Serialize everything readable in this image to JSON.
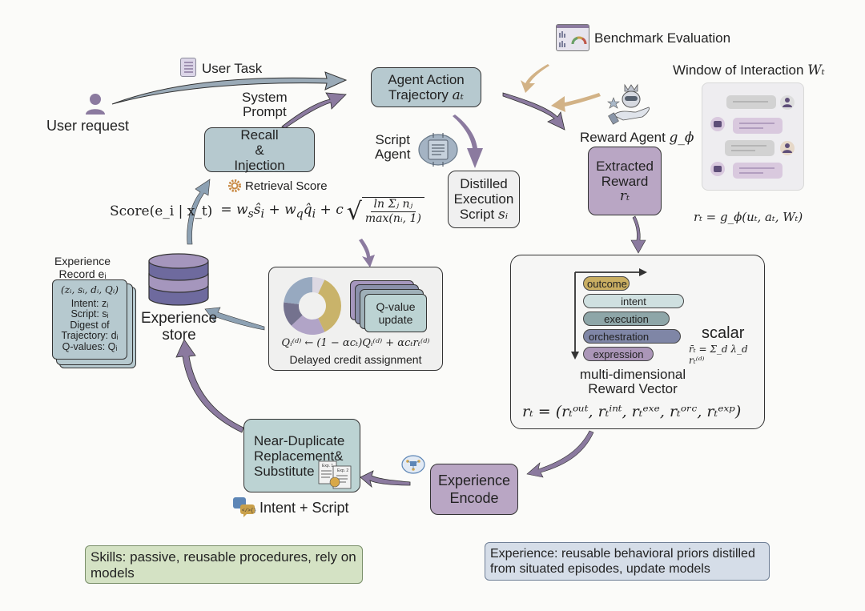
{
  "colors": {
    "blue_box": "#b6c9cf",
    "purple_box": "#b9a6c4",
    "light_box": "#f0f0f0",
    "teal_box": "#bcd3d3",
    "purple_arrow": "#8b7a9f",
    "blue_arrow": "#8da1b3",
    "tan_arrow": "#d2b286",
    "db_dark": "#6e6a9e",
    "db_light": "#a596bd",
    "skills_note": "#d4e2c4",
    "experience_note": "#d5dde8"
  },
  "user": {
    "label": "User request",
    "icon": "user-icon"
  },
  "user_task": {
    "label": "User Task",
    "icon": "task-list-icon"
  },
  "system_prompt": {
    "line1": "System",
    "line2": "Prompt"
  },
  "recall": {
    "line1": "Recall",
    "line2": "&",
    "line3": "Injection"
  },
  "retrieval_score": {
    "label": "Retrieval Score",
    "icon": "gear-icon",
    "formula_lhs": "Score(e_i | x_t)",
    "formula_rhs": "= w_s ŝ_i + w_q q̂_i + c √(ln Σ_j n_j / max(n_i, 1))",
    "sqrt_num": "ln Σⱼ nⱼ",
    "sqrt_den": "max(nᵢ, 1)"
  },
  "agent_action": {
    "line1": "Agent Action",
    "line2": "Trajectory",
    "var": "aₜ"
  },
  "script_agent": {
    "line1": "Script",
    "line2": "Agent",
    "icon": "brain-script-icon"
  },
  "distilled": {
    "line1": "Distilled",
    "line2": "Execution",
    "line3": "Script",
    "var": "sᵢ"
  },
  "benchmark": {
    "label": "Benchmark Evaluation",
    "icon": "dashboard-icon"
  },
  "reward_agent": {
    "label": "Reward Agent",
    "var": "g_ϕ",
    "icon": "robot-hand-icon"
  },
  "extracted_reward": {
    "line1": "Extracted",
    "line2": "Reward",
    "var": "rₜ"
  },
  "window": {
    "title": "Window of Interaction",
    "var": "Wₜ",
    "formula": "rₜ = g_ϕ(uₜ, aₜ, Wₜ)"
  },
  "experience_record": {
    "title_line1": "Experience",
    "title_line2": "Record eᵢ",
    "tuple": "(zᵢ, sᵢ, dᵢ, Qᵢ)",
    "lines": [
      "Intent: zᵢ",
      "Script: sᵢ",
      "Digest of",
      "Trajectory: dᵢ",
      "Q-values: Qᵢ"
    ]
  },
  "experience_store": {
    "line1": "Experience",
    "line2": "store",
    "icon": "database-icon"
  },
  "credit": {
    "card_label_line1": "Q-value",
    "card_label_line2": "update",
    "formula": "Qᵢ⁽ᵈ⁾ ← (1 − αcₜ)Qᵢ⁽ᵈ⁾ + αcₜrₜ⁽ᵈ⁾",
    "caption": "Delayed credit assignment",
    "donut": [
      {
        "share": 0.07,
        "color": "#dcd8e2"
      },
      {
        "share": 0.36,
        "color": "#c9b36a"
      },
      {
        "share": 0.2,
        "color": "#b1a4c7"
      },
      {
        "share": 0.14,
        "color": "#74728e"
      },
      {
        "share": 0.23,
        "color": "#97a9c0"
      }
    ]
  },
  "reward_vector": {
    "dims": [
      {
        "label": "outcome",
        "color": "#c9ae62"
      },
      {
        "label": "intent",
        "color": "#cfe0e0"
      },
      {
        "label": "execution",
        "color": "#8ea6a8"
      },
      {
        "label": "orchestration",
        "color": "#7f86a6"
      },
      {
        "label": "expression",
        "color": "#ab96b8"
      }
    ],
    "scalar_label": "scalar",
    "scalar_formula": "r̄ₜ = Σ_d λ_d rₜ⁽ᵈ⁾",
    "caption_line1": "multi-dimensional",
    "caption_line2": "Reward Vector",
    "vector_formula": "rₜ = (rₜᵒᵘᵗ, rₜⁱⁿᵗ, rₜᵉˣᵉ, rₜᵒʳᶜ, rₜᵉˣᵖ)"
  },
  "near_duplicate": {
    "line1": "Near-Duplicate",
    "line2": "Replacement&",
    "line3": "Substitute",
    "icon": "merge-documents-icon",
    "doc1": "Exp. 1",
    "doc2": "Exp. 2"
  },
  "intent_script": {
    "label": "Intent + Script",
    "icon": "chat-code-icon"
  },
  "experience_encode": {
    "line1": "Experience",
    "line2": "Encode",
    "icon": "brain-network-icon"
  },
  "notes": {
    "skills": "Skills: passive, reusable procedures, rely on models",
    "experience_label": "Experience",
    "experience_rest": ": reusable behavioral priors distilled from situated episodes, update models"
  }
}
